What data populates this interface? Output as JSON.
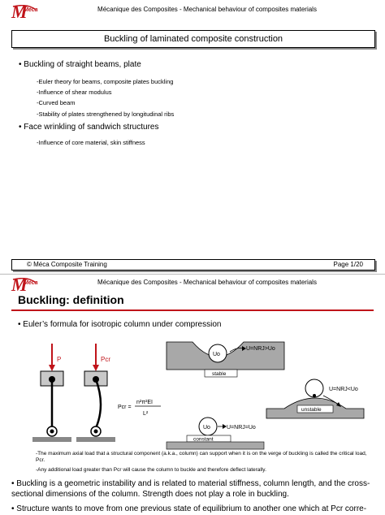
{
  "slide1": {
    "logo_text": "Méca",
    "header": "Mécanique des Composites - Mechanical behaviour of composites materials",
    "title": "Buckling of laminated composite construction",
    "bullets": [
      {
        "text": "Buckling of straight beams, plate",
        "subs": [
          "-Euler theory for beams, composite plates buckling",
          "-Influence of shear modulus",
          "-Curved beam",
          "-Stability of plates strengthened by longitudinal ribs"
        ]
      },
      {
        "text": "Face wrinkling of sandwich structures",
        "subs": [
          "-Influence of core material, skin stiffness"
        ]
      }
    ],
    "footer_left": "© Méca Composite Training",
    "footer_right": "Page 1/20"
  },
  "slide2": {
    "logo_text": "Méca",
    "header": "Mécanique des Composites - Mechanical behaviour of composites materials",
    "title": "Buckling: definition",
    "bullet1": "Euler’s formula for isotropic column under compression",
    "diagram": {
      "load_p": "P",
      "load_pcr": "Pcr",
      "formula_lhs": "Pcr =",
      "formula_num": "n²π²EI",
      "formula_den": "L²",
      "uo": "Uo",
      "stable_label": "stable",
      "stable_eq": "U=NRJ>Uo",
      "unstable_label": "unstable",
      "unstable_eq": "U=NRJ<Uo",
      "constant_label": "constant",
      "constant_eq": "U=NRJ=Uo"
    },
    "note1": "-The maximum axial load that a structural component (a.k.a., column) can support when it is on the verge of buckling is called the critical load, Pcr.",
    "note2": "-Any additional load greater than Pcr will cause the column to buckle and therefore deflect laterally.",
    "bullet2": "Buckling is a geometric instability and is related to material stiffness, column length, and the cross-sectional dimensions of the column. Strength does not play a role in buckling.",
    "bullet3": "Structure wants to move from one previous state of equilibrium to another one which at Pcr corre-"
  }
}
